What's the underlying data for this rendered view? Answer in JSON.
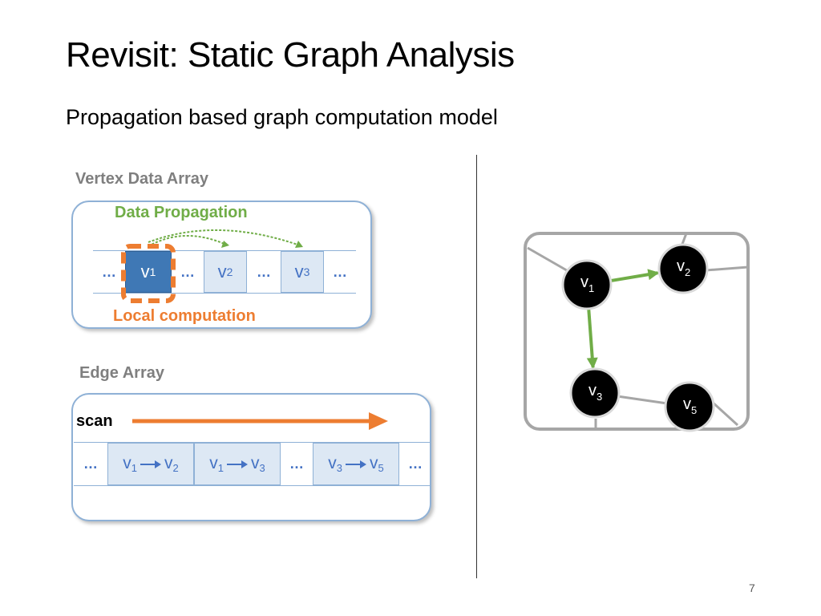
{
  "slide": {
    "title": "Revisit: Static Graph Analysis",
    "subtitle": "Propagation based graph computation model",
    "page_number": "7"
  },
  "vertex_array": {
    "label": "Vertex Data Array",
    "propagation_label": "Data Propagation",
    "local_label": "Local computation",
    "cells": [
      {
        "text": "…",
        "type": "dots"
      },
      {
        "base": "v",
        "sub": "1",
        "type": "active"
      },
      {
        "text": "…",
        "type": "dots"
      },
      {
        "base": "v",
        "sub": "2",
        "type": "box"
      },
      {
        "text": "…",
        "type": "dots"
      },
      {
        "base": "v",
        "sub": "3",
        "type": "box"
      },
      {
        "text": "…",
        "type": "dots"
      }
    ]
  },
  "edge_array": {
    "label": "Edge Array",
    "scan_label": "scan",
    "cells": [
      {
        "text": "…",
        "type": "dots"
      },
      {
        "from_base": "v",
        "from_sub": "1",
        "to_base": "v",
        "to_sub": "2",
        "type": "edge"
      },
      {
        "from_base": "v",
        "from_sub": "1",
        "to_base": "v",
        "to_sub": "3",
        "type": "edge"
      },
      {
        "text": "…",
        "type": "dots"
      },
      {
        "from_base": "v",
        "from_sub": "3",
        "to_base": "v",
        "to_sub": "5",
        "type": "edge"
      },
      {
        "text": "…",
        "type": "dots"
      }
    ]
  },
  "graph": {
    "nodes": [
      {
        "id": "v1",
        "base": "v",
        "sub": "1"
      },
      {
        "id": "v2",
        "base": "v",
        "sub": "2"
      },
      {
        "id": "v3",
        "base": "v",
        "sub": "3"
      },
      {
        "id": "v5",
        "base": "v",
        "sub": "5"
      }
    ],
    "edges": [
      {
        "from": "v1",
        "to": "v2",
        "color": "#70ad47",
        "directed": true
      },
      {
        "from": "v1",
        "to": "v3",
        "color": "#70ad47",
        "directed": true
      },
      {
        "from": "v3",
        "to": "v5",
        "color": "#a6a6a6",
        "directed": false
      }
    ]
  },
  "colors": {
    "accent_green": "#70ad47",
    "accent_orange": "#ed7d31",
    "cell_blue": "#dde8f4",
    "active_blue": "#3f78b5",
    "text_blue": "#4472c4"
  }
}
